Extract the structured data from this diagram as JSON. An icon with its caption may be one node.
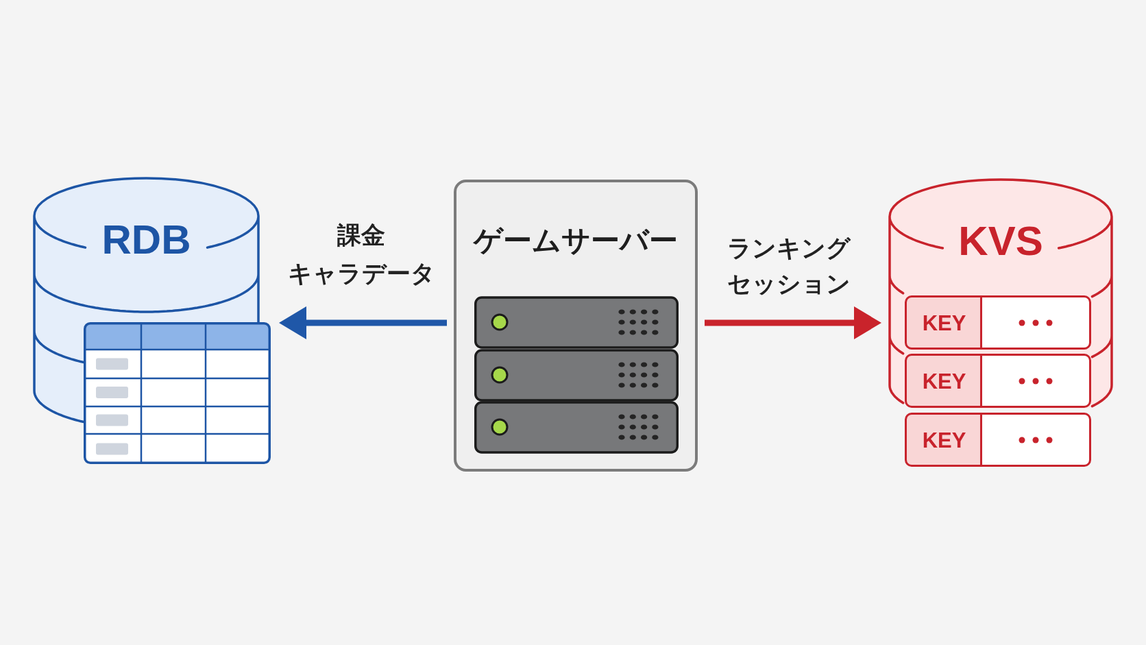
{
  "diagram": {
    "nodes": [
      {
        "text": [
          "RDB"
        ]
      },
      {
        "text": [
          "ゲームサーバー"
        ]
      },
      {
        "text": [
          "KVS"
        ]
      },
      {
        "text": [
          "KEY"
        ],
        "in": 2
      },
      {
        "text": [
          "KEY"
        ],
        "in": 2
      },
      {
        "text": [
          "KEY"
        ]
      }
    ],
    "edges": [
      {
        "from": 1,
        "to": 0,
        "arrow": "to",
        "color": "#1f57a8"
      },
      {
        "from": 1,
        "to": 2,
        "arrow": "to",
        "color": "#c9232b"
      }
    ],
    "labels": [
      "課金",
      "キャラデータ",
      "ランキング",
      "セッション"
    ]
  }
}
